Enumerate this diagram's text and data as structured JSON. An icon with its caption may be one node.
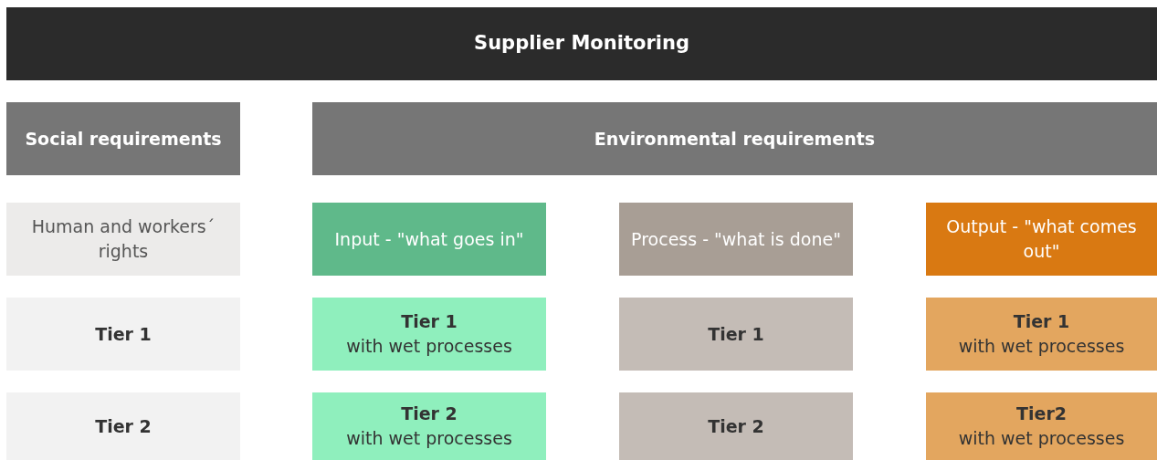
{
  "diagram": {
    "nodes": [
      {
        "text": [
          "Supplier Monitoring"
        ]
      },
      {
        "text": [
          "Social requirements"
        ]
      },
      {
        "text": [
          "Environmental requirements"
        ]
      },
      {
        "text": [
          "Human and workers´ rights"
        ]
      },
      {
        "text": [
          "Input - \"what goes in\""
        ]
      },
      {
        "text": [
          "Process - \"what is done\""
        ]
      },
      {
        "text": [
          "Output - \"what comes out\""
        ]
      },
      {
        "text": [
          "Tier 1"
        ]
      },
      {
        "text": [
          "Tier 1",
          "with wet processes"
        ]
      },
      {
        "text": [
          "Tier 1"
        ]
      },
      {
        "text": [
          "Tier 1",
          "with wet processes"
        ]
      },
      {
        "text": [
          "Tier 2"
        ]
      },
      {
        "text": [
          "Tier 2",
          "with wet processes"
        ]
      },
      {
        "text": [
          "Tier 2"
        ]
      },
      {
        "text": [
          "Tier2",
          "with wet processes"
        ]
      }
    ]
  }
}
